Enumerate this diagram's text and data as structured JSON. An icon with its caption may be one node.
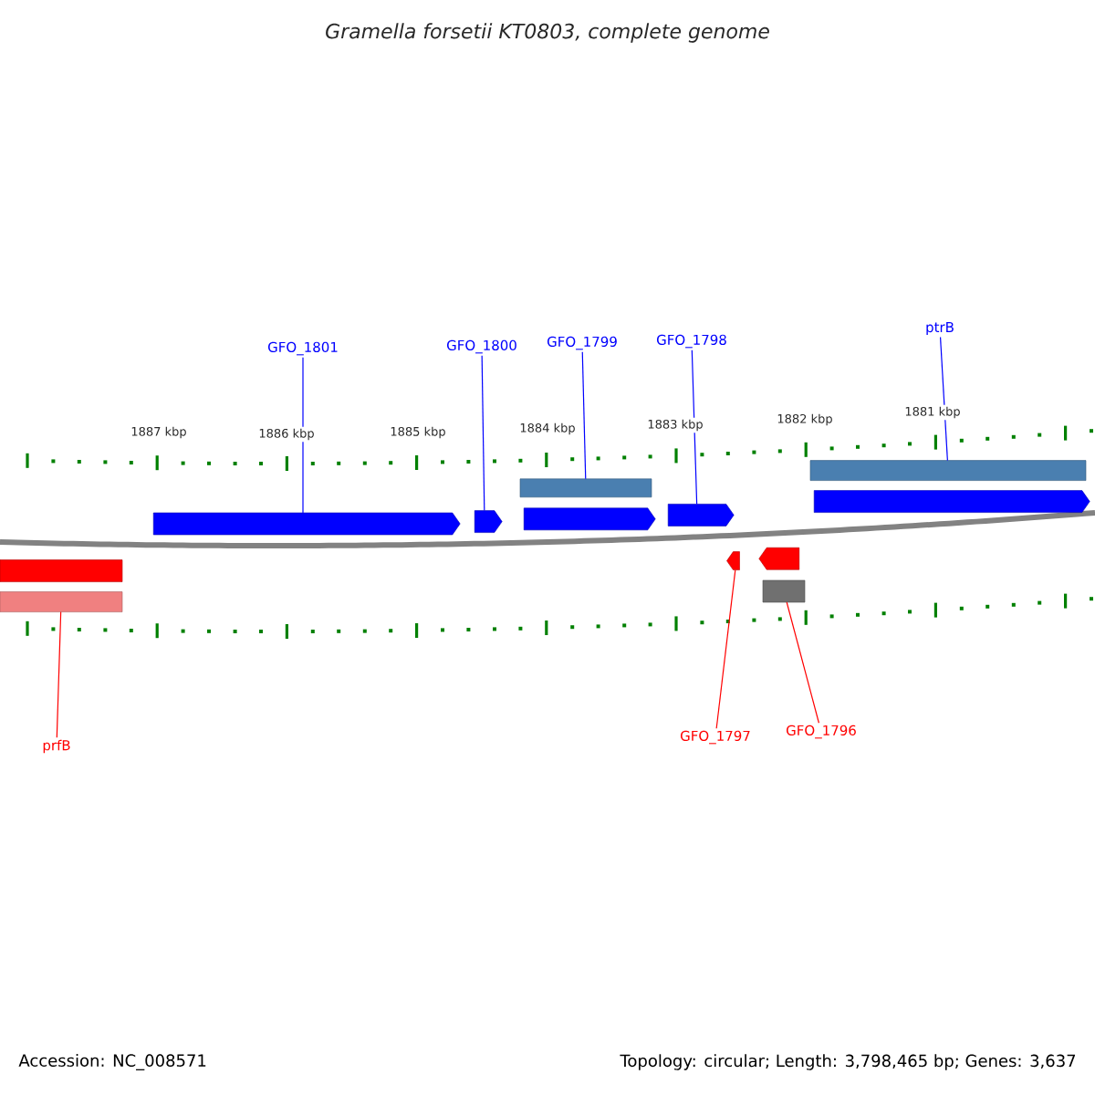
{
  "diagram": {
    "title": "Gramella forsetii KT0803, complete genome",
    "nodes": [
      {
        "text": [
          "GFO_1801"
        ]
      },
      {
        "text": [
          "GFO_1800"
        ]
      },
      {
        "text": [
          "GFO_1799"
        ]
      },
      {
        "text": [
          "GFO_1798"
        ]
      },
      {
        "text": [
          "ptrB"
        ]
      },
      {
        "text": [],
        "shape": "bar"
      },
      {
        "text": [],
        "shape": "bar"
      },
      {
        "text": [],
        "shape": "pentagon"
      },
      {
        "text": [],
        "shape": "pentagon"
      },
      {
        "text": [],
        "shape": "pentagon"
      },
      {
        "text": [],
        "shape": "pentagon"
      },
      {
        "text": [],
        "shape": "pentagon"
      },
      {
        "text": [],
        "shape": "bar"
      },
      {
        "text": [],
        "shape": "bar"
      },
      {
        "text": [],
        "shape": "pentagon"
      },
      {
        "text": [],
        "shape": "pentagon"
      },
      {
        "text": [],
        "shape": "bar"
      },
      {
        "text": [
          "prfB"
        ]
      },
      {
        "text": [
          "GFO_1797"
        ]
      },
      {
        "text": [
          "GFO_1796"
        ]
      }
    ],
    "edges": [
      {
        "from": 0,
        "to": 7,
        "arrow": "none"
      },
      {
        "from": 1,
        "to": 8,
        "arrow": "none"
      },
      {
        "from": 2,
        "to": 5,
        "arrow": "none"
      },
      {
        "from": 3,
        "to": 10,
        "arrow": "none"
      },
      {
        "from": 4,
        "to": 6,
        "arrow": "none"
      },
      {
        "from": 17,
        "to": 13,
        "arrow": "none",
        "color": "#ff0000"
      },
      {
        "from": 18,
        "to": 14,
        "arrow": "none",
        "color": "#ff0000"
      },
      {
        "from": 19,
        "to": 16,
        "arrow": "none",
        "color": "#ff0000"
      }
    ],
    "labels": [
      "1887 kbp",
      "1886 kbp",
      "1885 kbp",
      "1884 kbp",
      "1883 kbp",
      "1882 kbp",
      "1881 kbp",
      "Accession: NC_008571",
      "Topology: circular; Length: 3,798,465 bp; Genes: 3,637"
    ]
  }
}
